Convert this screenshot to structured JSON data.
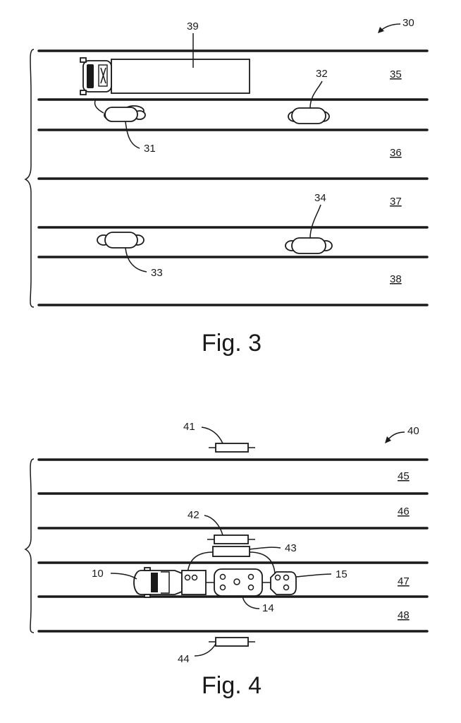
{
  "fig3": {
    "figure_ref": "30",
    "caption": "Fig. 3",
    "truck_label": "39",
    "vehicle_labels": [
      "31",
      "32",
      "33",
      "34"
    ],
    "lane_labels": [
      "35",
      "36",
      "37",
      "38"
    ]
  },
  "fig4": {
    "figure_ref": "40",
    "caption": "Fig. 4",
    "sign_labels": [
      "41",
      "42",
      "43",
      "44"
    ],
    "vehicle_label": "10",
    "trailer_label": "14",
    "hitch_label": "15",
    "lane_labels": [
      "45",
      "46",
      "47",
      "48"
    ]
  }
}
